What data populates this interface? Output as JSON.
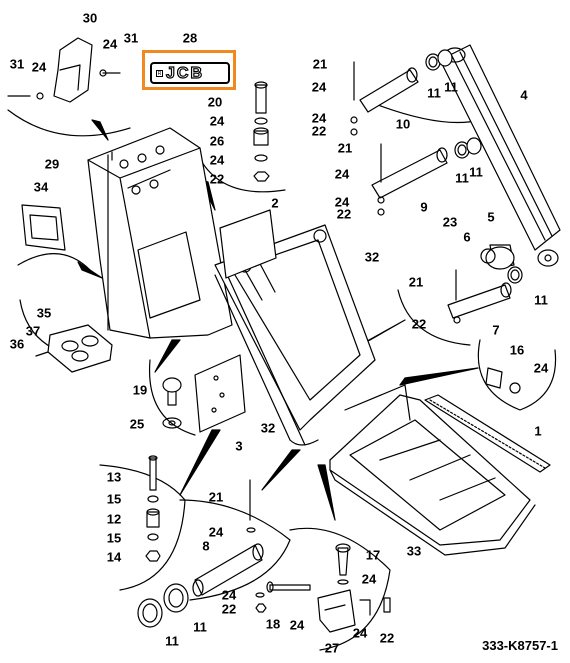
{
  "highlight": {
    "part": "28",
    "color": "#f08a1e"
  },
  "logo_text": "JCB",
  "reference": "333-K8757-1",
  "labels": {
    "p1": "1",
    "p2": "2",
    "p3": "3",
    "p4": "4",
    "p5": "5",
    "p6": "6",
    "p7": "7",
    "p8": "8",
    "p9": "9",
    "p10": "10",
    "p11": "11",
    "p12": "12",
    "p13": "13",
    "p14": "14",
    "p15": "15",
    "p16": "16",
    "p17": "17",
    "p18": "18",
    "p19": "19",
    "p20": "20",
    "p21": "21",
    "p22": "22",
    "p23": "23",
    "p24": "24",
    "p25": "25",
    "p26": "26",
    "p27": "27",
    "p28": "28",
    "p29": "29",
    "p30": "30",
    "p31": "31",
    "p32": "32",
    "p33": "33",
    "p34": "34",
    "p35": "35",
    "p36": "36",
    "p37": "37"
  }
}
